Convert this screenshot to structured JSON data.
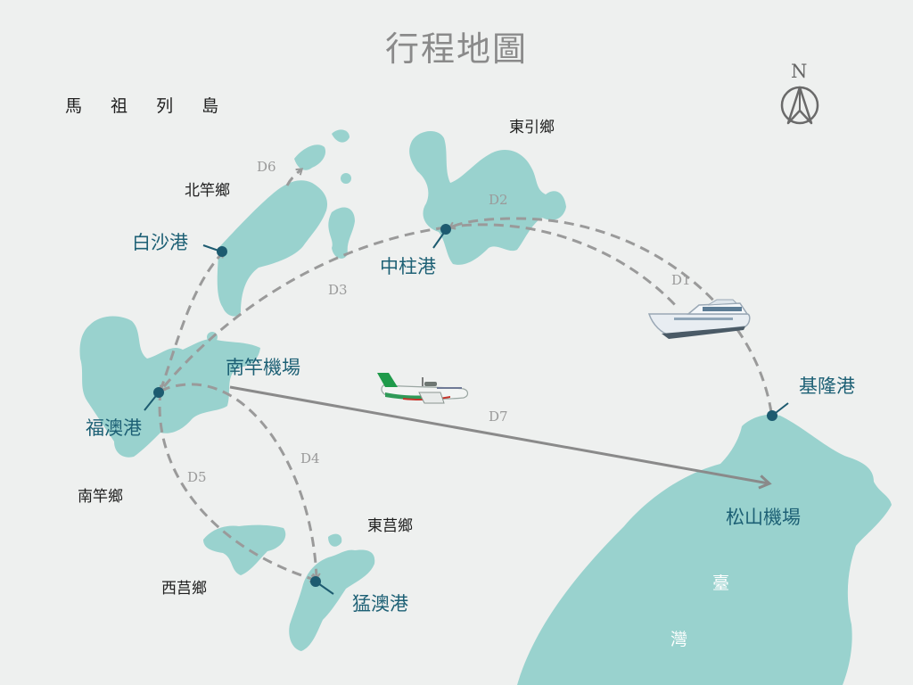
{
  "title": "行程地圖",
  "compass": {
    "label": "N",
    "icon": "north-arrow-icon"
  },
  "regions": {
    "archipelago": "馬 祖 列 島",
    "beigan": "北竿鄉",
    "dongyin": "東引鄉",
    "nangan": "南竿鄉",
    "dongju": "東莒鄉",
    "xiju": "西莒鄉"
  },
  "ports": {
    "baisha": "白沙港",
    "zhongzhu": "中柱港",
    "fuao": "福澳港",
    "nangan_airport": "南竿機場",
    "keelung": "基隆港",
    "songshan": "松山機場",
    "mengao": "猛澳港"
  },
  "taiwan": {
    "char1": "臺",
    "char2": "灣"
  },
  "routes": {
    "d1": "D1",
    "d2": "D2",
    "d3": "D3",
    "d4": "D4",
    "d5": "D5",
    "d6": "D6",
    "d7": "D7"
  },
  "colors": {
    "background": "#eef0ef",
    "island": "#99d2ce",
    "port_text": "#1d6075",
    "port_marker": "#1d5b70",
    "route_line": "#999999"
  },
  "icons": {
    "ferry": "ferry-icon",
    "airplane": "airplane-icon"
  }
}
